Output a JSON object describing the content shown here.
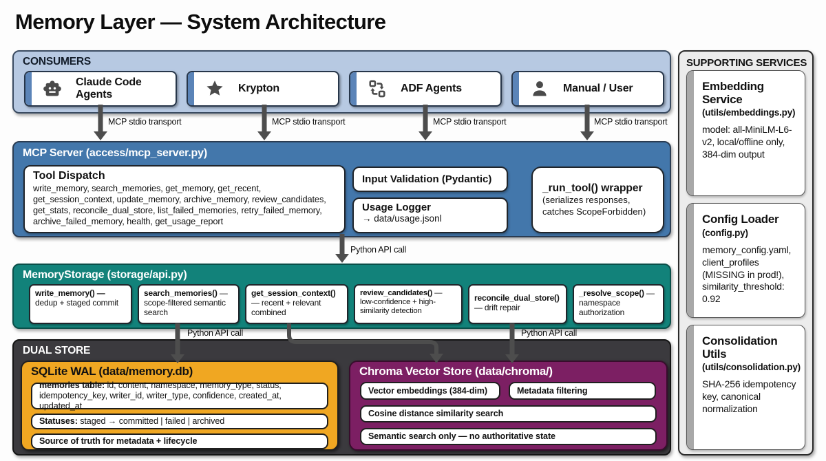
{
  "title": "Memory Layer — System Architecture",
  "colors": {
    "consumers_fill": "#b7c9e2",
    "accent_blue": "#5b84b8",
    "mcp_fill": "#4377ab",
    "storage_fill": "#12827a",
    "dualstore_fill": "#3b3a3e",
    "sqlite_fill": "#f0a722",
    "chroma_fill": "#7c1f63",
    "support_fill": "#ececec",
    "arrow": "#4d4d4d"
  },
  "consumers": {
    "label": "CONSUMERS",
    "transport_label": "MCP stdio transport",
    "items": [
      {
        "label": "Claude Code Agents",
        "icon": "robot-icon"
      },
      {
        "label": "Krypton",
        "icon": "star-icon"
      },
      {
        "label": "ADF Agents",
        "icon": "workflow-icon"
      },
      {
        "label": "Manual / User",
        "icon": "person-icon"
      }
    ]
  },
  "mcp_server": {
    "title": "MCP Server (access/mcp_server.py)",
    "tool_dispatch": {
      "title": "Tool Dispatch",
      "body": "write_memory, search_memories, get_memory, get_recent, get_session_context, update_memory, archive_memory, review_candidates, get_stats, reconcile_dual_store, list_failed_memories, retry_failed_memory, archive_failed_memory, health, get_usage_report"
    },
    "input_validation": "Input Validation (Pydantic)",
    "usage_logger": {
      "title": "Usage Logger",
      "body": "→ data/usage.jsonl"
    },
    "run_tool": {
      "title": "_run_tool() wrapper",
      "body": "(serializes responses, catches ScopeForbidden)"
    }
  },
  "python_api_call": "Python API call",
  "memory_storage": {
    "title": "MemoryStorage (storage/api.py)",
    "functions": [
      {
        "name": "write_memory() —",
        "desc": "dedup + staged commit"
      },
      {
        "name": "search_memories()",
        "desc": "— scope-filtered semantic search"
      },
      {
        "name": "get_session_context()",
        "desc": "— recent + relevant combined"
      },
      {
        "name": "review_candidates()",
        "desc": "— low-confidence + high-similarity detection"
      },
      {
        "name": "reconcile_dual_store()",
        "desc": "— drift repair"
      },
      {
        "name": "_resolve_scope()",
        "desc": "— namespace authorization"
      }
    ]
  },
  "dual_store": {
    "label": "DUAL STORE",
    "sqlite": {
      "title": "SQLite WAL (data/memory.db)",
      "rows": [
        {
          "lead": "memories table:",
          "rest": " id, content, namespace, memory_type, status, idempotency_key, writer_id, writer_type, confidence, created_at, updated_at"
        },
        {
          "lead": "Statuses:",
          "rest": " staged → committed | failed | archived"
        },
        {
          "lead": "Source of truth for metadata + lifecycle",
          "rest": ""
        }
      ]
    },
    "chroma": {
      "title": "Chroma Vector Store (data/chroma/)",
      "rows": [
        "Vector embeddings (384-dim)",
        "Metadata filtering",
        "Cosine distance similarity search",
        "Semantic search only — no authoritative state"
      ]
    }
  },
  "supporting": {
    "label": "SUPPORTING SERVICES",
    "cards": [
      {
        "title": "Embedding Service",
        "subtitle": "(utils/embeddings.py)",
        "body": "model: all-MiniLM-L6-v2, local/offline only, 384-dim output"
      },
      {
        "title": "Config Loader",
        "subtitle": "(config.py)",
        "body": "memory_config.yaml, client_profiles (MISSING in prod!), similarity_threshold: 0.92"
      },
      {
        "title": "Consolidation Utils",
        "subtitle": "(utils/consolidation.py)",
        "body": "SHA-256 idempotency key, canonical normalization"
      }
    ]
  }
}
